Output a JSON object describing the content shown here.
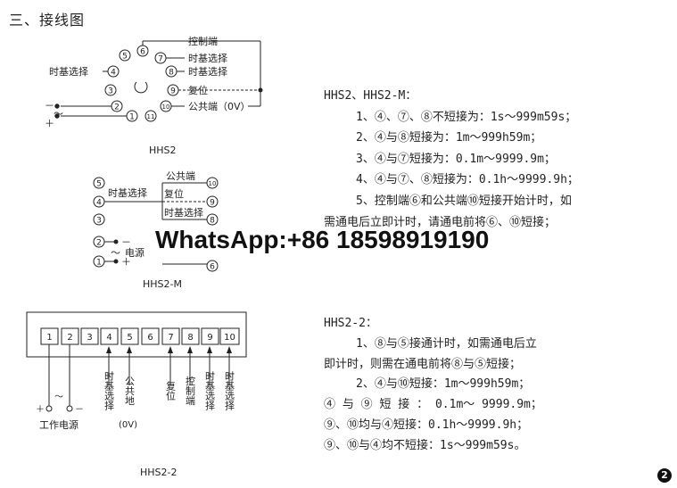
{
  "heading": "三、接线图",
  "diagram1": {
    "caption": "HHS2",
    "pins": [
      "1",
      "2",
      "3",
      "4",
      "5",
      "6",
      "7",
      "8",
      "9",
      "10",
      "11"
    ],
    "labels": {
      "ctrl": "控制端",
      "tb7": "时基选择",
      "tb8": "时基选择",
      "tb4": "时基选择",
      "reset": "复位",
      "common": "公共端（0V）",
      "minus": "－",
      "plus": "＋",
      "ac": "～"
    }
  },
  "diagram2": {
    "caption": "HHS2-M",
    "pins": [
      "1",
      "2",
      "3",
      "4",
      "5",
      "6",
      "8",
      "9",
      "10"
    ],
    "labels": {
      "common": "公共端",
      "tb": "时基选择",
      "reset": "复位",
      "tb2": "时基选择",
      "power": "电源",
      "minus": "－",
      "plus": "＋",
      "ac": "～"
    }
  },
  "diagram3": {
    "caption": "HHS2-2",
    "terminals": [
      "1",
      "2",
      "3",
      "4",
      "5",
      "6",
      "7",
      "8",
      "9",
      "10"
    ],
    "labels": {
      "t4": "时基选择",
      "t5": "公共地",
      "t5b": "(0V)",
      "t7": "复位",
      "t8": "控制端",
      "t9": "时基选择",
      "t10": "时基选择",
      "power": "工作电源",
      "plus": "＋",
      "minus": "－",
      "ac": "～"
    }
  },
  "hhs2_text": {
    "title": "HHS2、HHS2-M：",
    "lines": [
      "1、④、⑦、⑧不短接为：1s～999m59s；",
      "2、④与⑧短接为：1m～999h59m；",
      "3、④与⑦短接为：0.1m～9999.9m；",
      "4、④与⑦、⑧短接为：0.1h～9999.9h；",
      "5、控制端⑥和公共端⑩短接开始计时，如",
      "需通电后立即计时，请通电前将⑥、⑩短接；"
    ]
  },
  "hhs22_text": {
    "title": "HHS2-2：",
    "lines": [
      "1、⑧与⑤接通计时，如需通电后立",
      "即计时，则需在通电前将⑧与⑤短接；",
      "2、④与⑩短接：1m～999h59m；",
      "④ 与 ⑨ 短 接 ： 0.1m～ 9999.9m；",
      "⑨、⑩均与④短接：0.1h～9999.9h；",
      "⑨、⑩与④均不短接：1s～999m59s。"
    ]
  },
  "watermark": "WhatsApp:+86 18598919190",
  "page_number": "2"
}
